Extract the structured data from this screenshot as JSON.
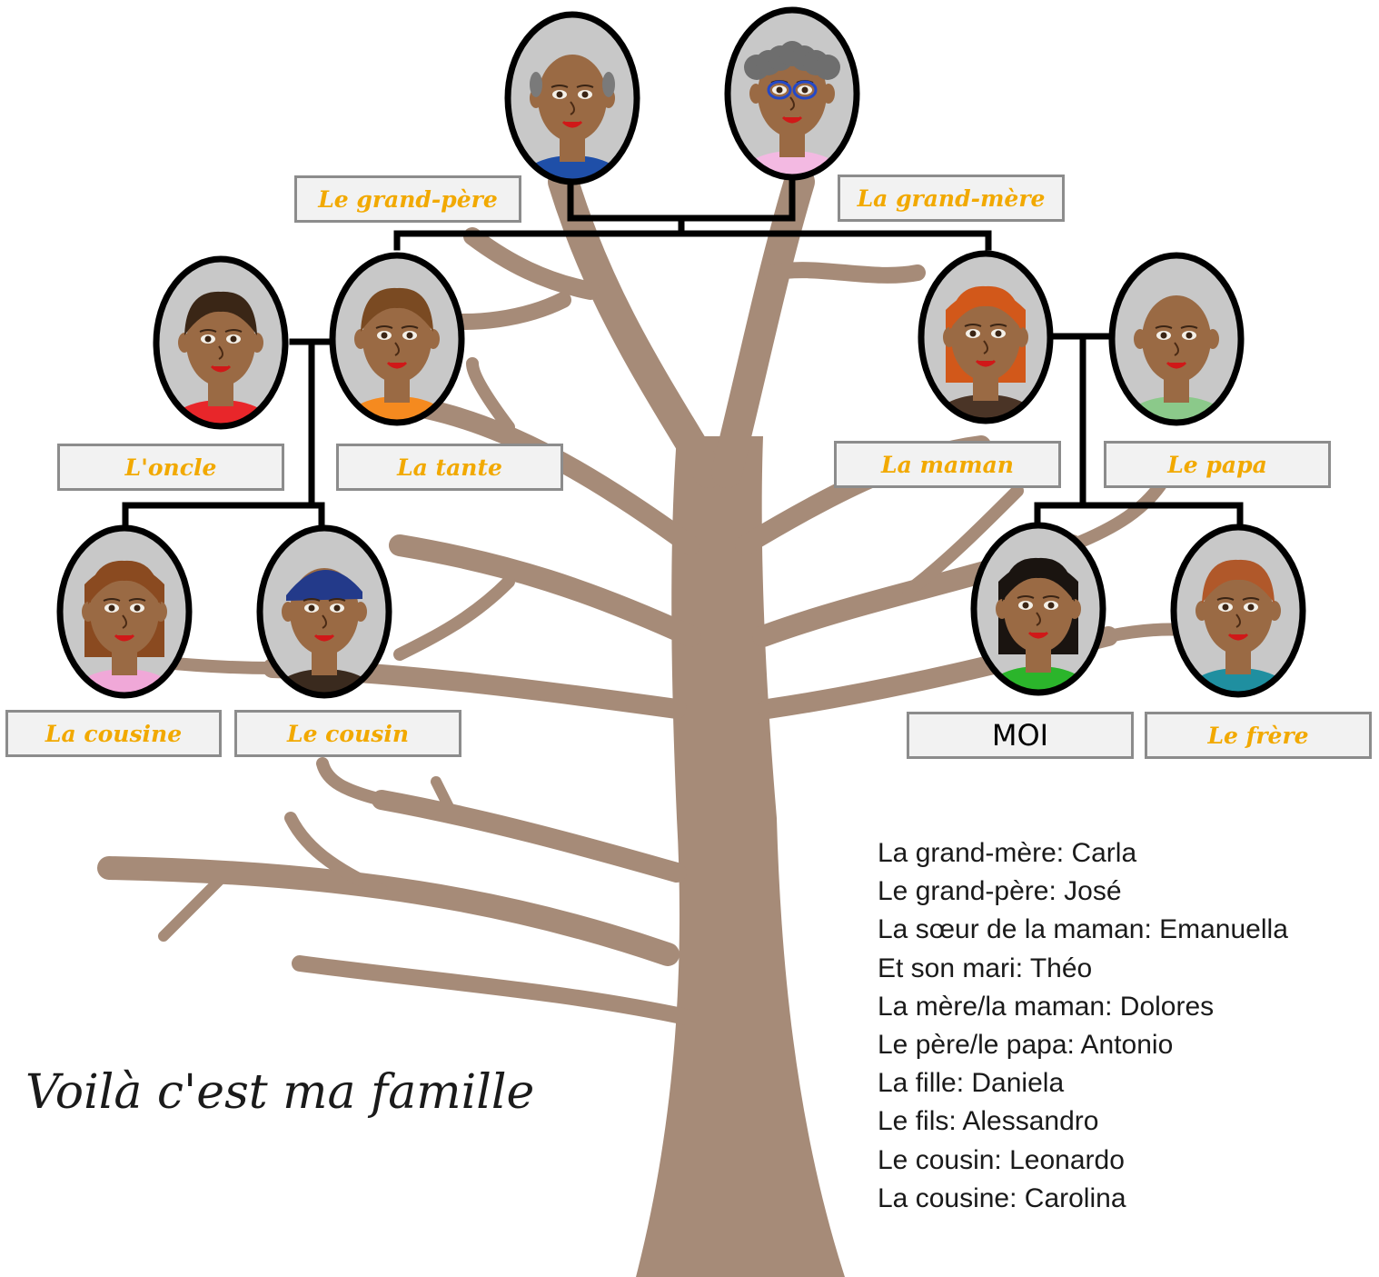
{
  "title": "Voilà c'est ma famille",
  "colors": {
    "tree": "#a68b78",
    "line": "#000000",
    "label_text": "#f2a900",
    "label_bg": "#f2f2f2",
    "label_border": "#8c8c8c",
    "portrait_bg": "#c8c8c8",
    "skin": "#9a6a44"
  },
  "members": {
    "grandpa": {
      "label": "Le grand-père",
      "hair": "bald-gray",
      "shirt": "#1f4fa8"
    },
    "grandma": {
      "label": "La grand-mère",
      "hair": "gray-curly",
      "shirt": "#f3b9e2",
      "glasses": true
    },
    "uncle": {
      "label": "L'oncle",
      "hair": "short-dark",
      "shirt": "#e8262a"
    },
    "aunt": {
      "label": "La tante",
      "hair": "brown",
      "shirt": "#f58a1f"
    },
    "mom": {
      "label": "La maman",
      "hair": "orange-bob",
      "shirt": "#4a3426"
    },
    "dad": {
      "label": "Le papa",
      "hair": "bald",
      "shirt": "#8bc98a"
    },
    "girl_cousin": {
      "label": "La cousine",
      "hair": "long-brown",
      "shirt": "#f0a8d8"
    },
    "boy_cousin": {
      "label": "Le cousin",
      "hair": "blue-cap",
      "shirt": "#3a2a1e"
    },
    "me": {
      "label": "MOI",
      "hair": "long-black",
      "shirt": "#2bb52b"
    },
    "brother": {
      "label": "Le frère",
      "hair": "auburn",
      "shirt": "#1f8fa0"
    }
  },
  "names_list": [
    "La grand-mère: Carla",
    "Le grand-père: José",
    "La sœur de la maman: Emanuella",
    "Et son mari: Théo",
    "La mère/la maman: Dolores",
    "Le père/le papa: Antonio",
    "La fille: Daniela",
    "Le fils: Alessandro",
    "Le cousin: Leonardo",
    "La cousine: Carolina"
  ]
}
